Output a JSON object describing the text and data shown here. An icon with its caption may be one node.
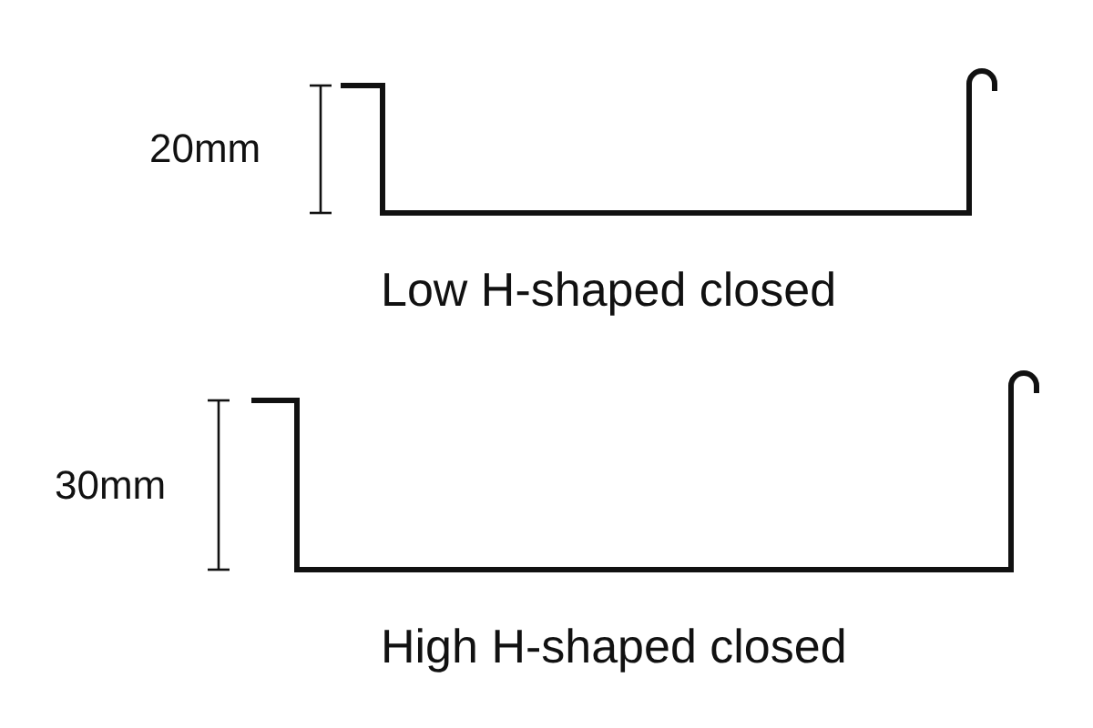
{
  "diagram": {
    "labels": [
      "20mm",
      "Low H-shaped closed",
      "30mm",
      "High H-shaped closed"
    ]
  }
}
